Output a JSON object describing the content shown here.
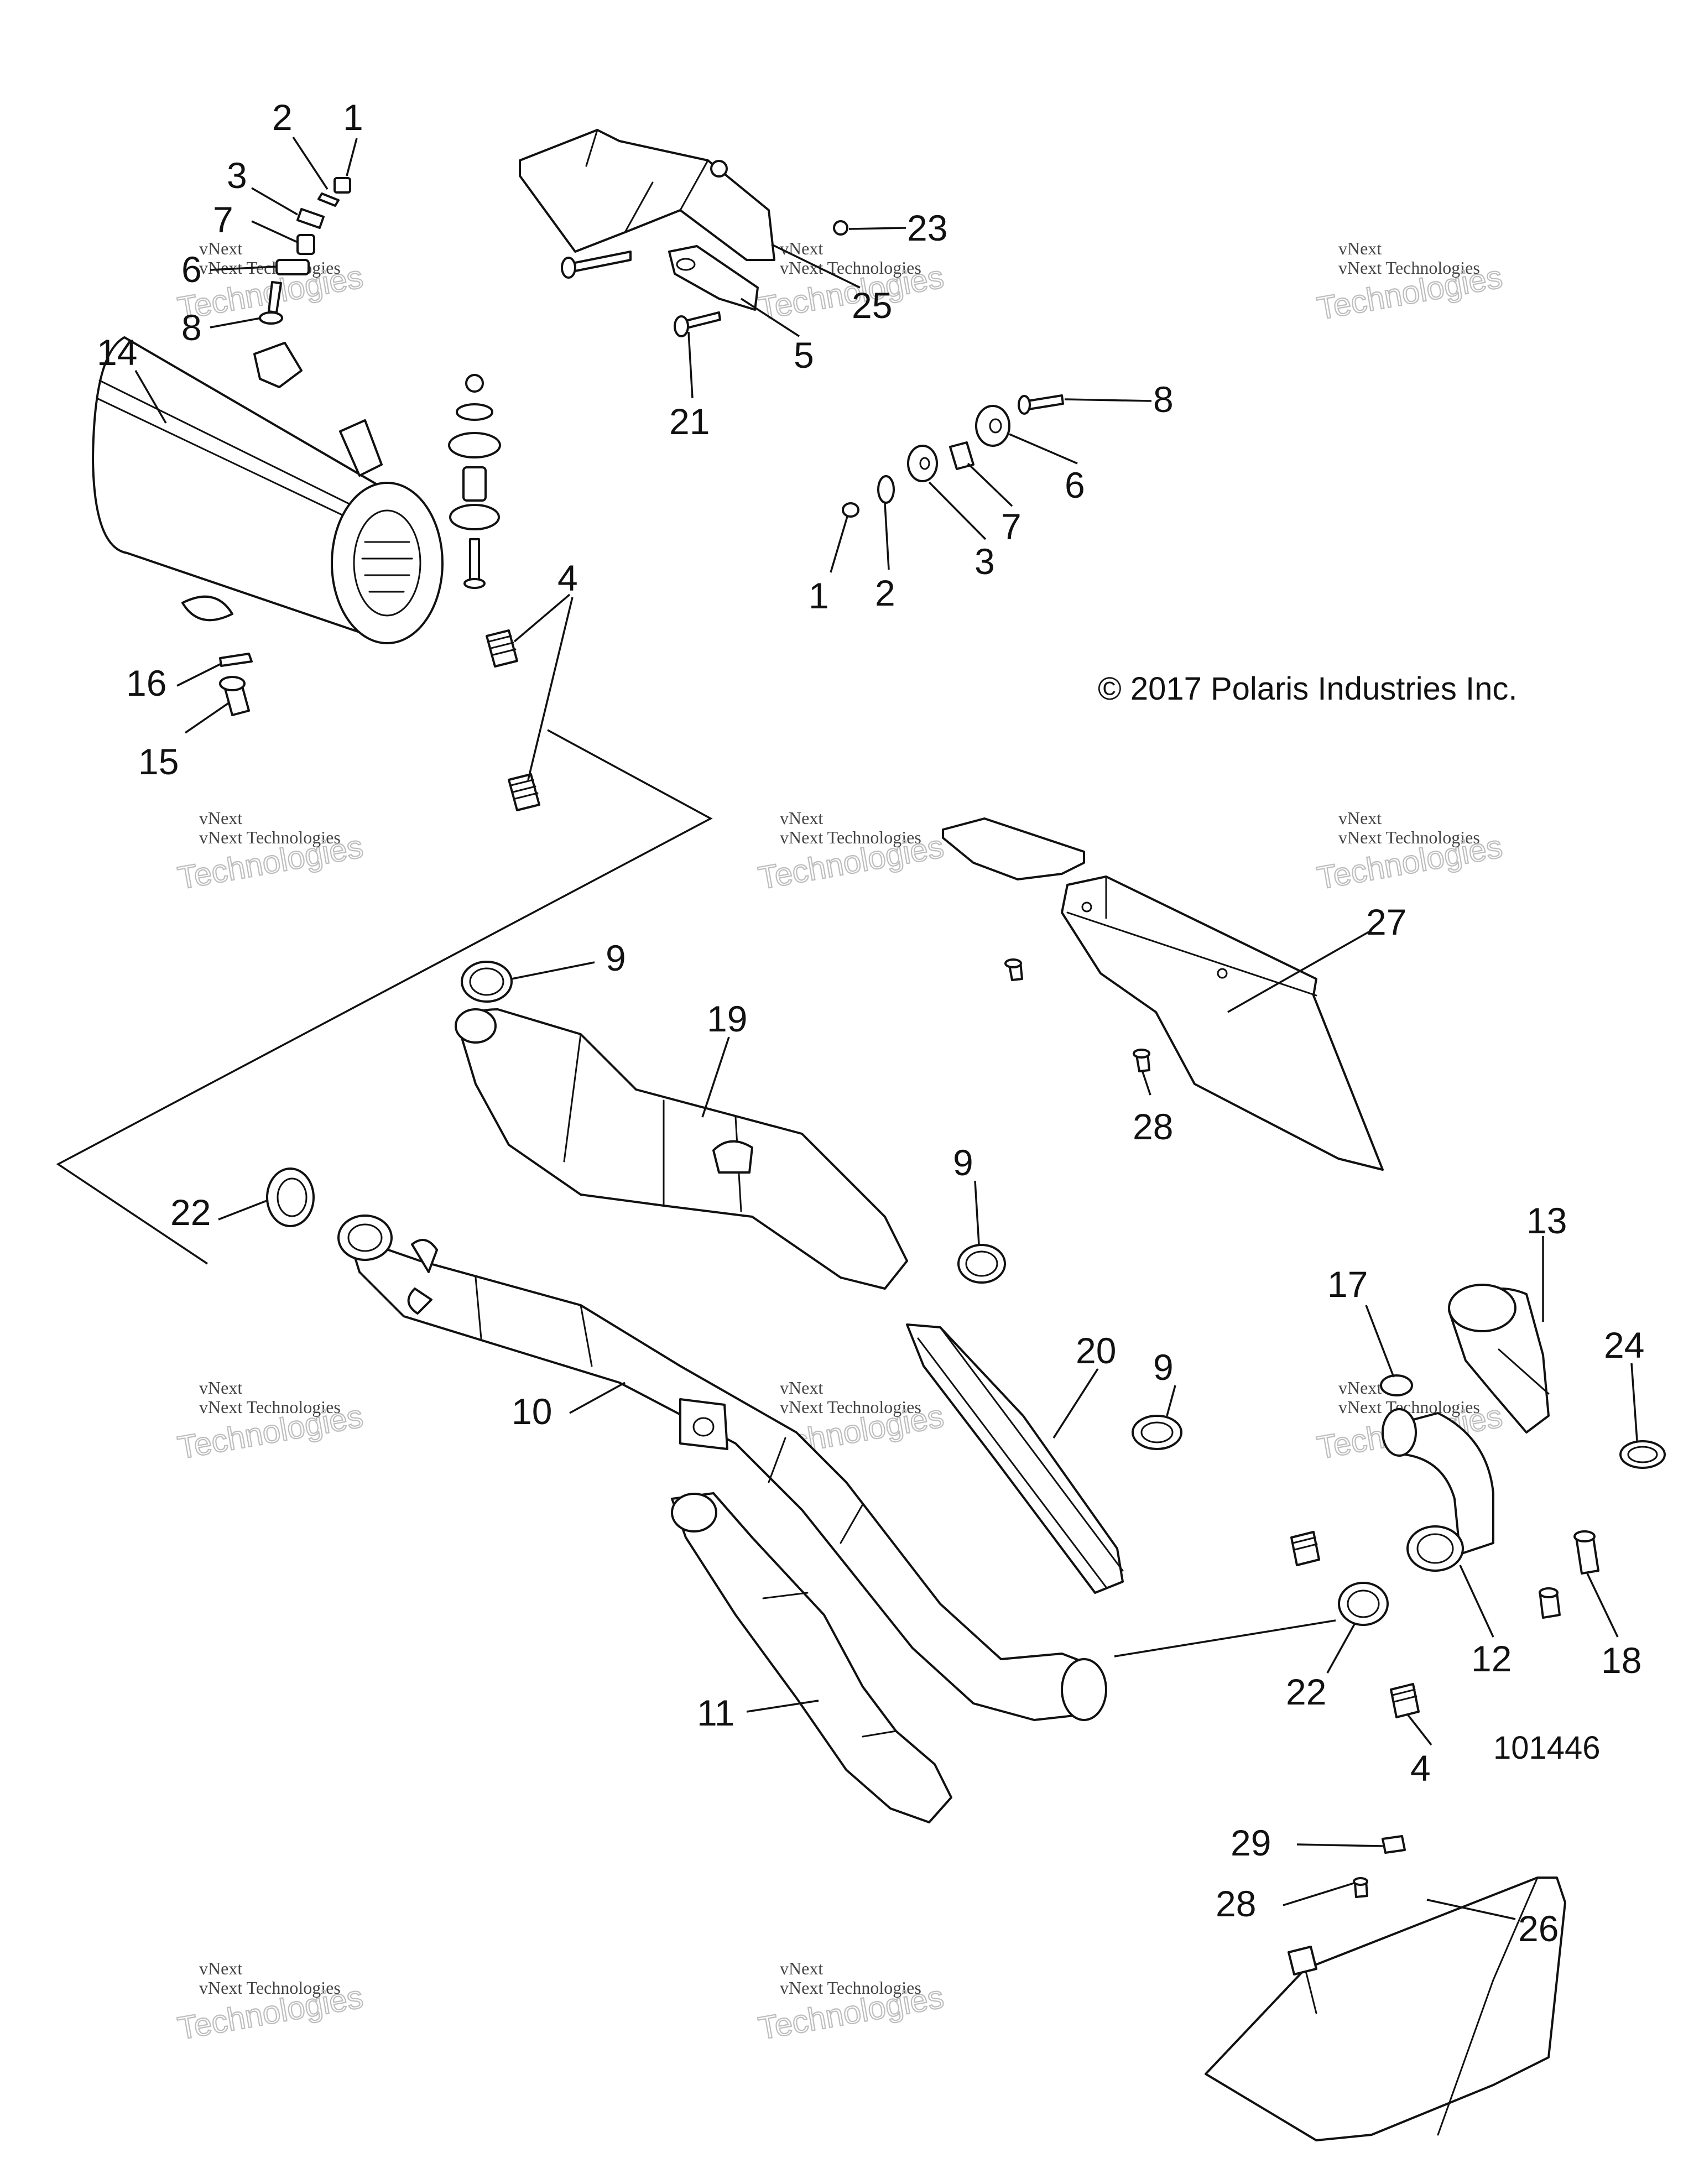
{
  "copyright": "© 2017 Polaris Industries Inc.",
  "drawing_number": "101446",
  "watermark": {
    "brand_top": "vNext",
    "brand_line": "vNext Technologies",
    "brand_large": "Technologies"
  },
  "callouts": {
    "c1a": "1",
    "c2a": "2",
    "c3a": "3",
    "c7a": "7",
    "c6a": "6",
    "c8a": "8",
    "c14": "14",
    "c23": "23",
    "c25": "25",
    "c5": "5",
    "c21": "21",
    "c8b": "8",
    "c6b": "6",
    "c7b": "7",
    "c3b": "3",
    "c2b": "2",
    "c1b": "1",
    "c4a": "4",
    "c16": "16",
    "c15": "15",
    "c27": "27",
    "c28a": "28",
    "c9a": "9",
    "c19": "19",
    "c9b": "9",
    "c22a": "22",
    "c10": "10",
    "c20": "20",
    "c9c": "9",
    "c17": "17",
    "c13": "13",
    "c24": "24",
    "c18": "18",
    "c12": "12",
    "c22b": "22",
    "c4b": "4",
    "c11": "11",
    "c29": "29",
    "c28b": "28",
    "c26": "26"
  }
}
